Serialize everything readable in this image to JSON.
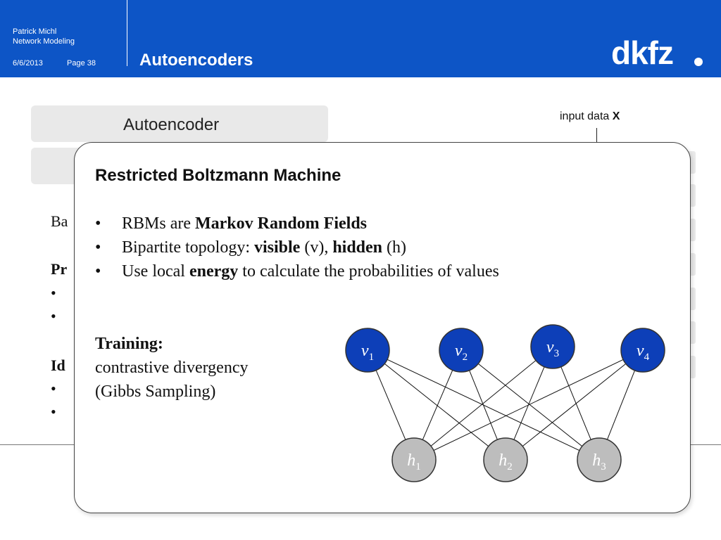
{
  "header": {
    "author": "Patrick Michl",
    "subtitle": "Network Modeling",
    "date": "6/6/2013",
    "page": "Page 38",
    "title": "Autoencoders",
    "logo": "dkfz"
  },
  "background": {
    "tab_label": "Autoencoder",
    "input_label": "input data ",
    "input_symbol": "X",
    "fragments": {
      "ba": "Ba",
      "pr": "Pr",
      "id": "Id",
      "bullet": "•"
    }
  },
  "popup": {
    "title": "Restricted Boltzmann Machine",
    "bullet_char": "•",
    "bullets": [
      {
        "pre": "RBMs are ",
        "bold": "Markov Random Fields",
        "mid": "",
        "bold2": "",
        "post": ""
      },
      {
        "pre": "Bipartite topology: ",
        "bold": "visible",
        "mid": " (v), ",
        "bold2": "hidden",
        "post": " (h)"
      },
      {
        "pre": "Use local ",
        "bold": "energy",
        "mid": " to calculate the probabilities of values",
        "bold2": "",
        "post": ""
      }
    ],
    "training": {
      "title": "Training:",
      "line1": "contrastive divergency",
      "line2": "(Gibbs Sampling)"
    }
  },
  "network": {
    "visible_symbol": "v",
    "hidden_symbol": "h",
    "visible_nodes": [
      "1",
      "2",
      "3",
      "4"
    ],
    "hidden_nodes": [
      "1",
      "2",
      "3"
    ],
    "visible_color": "#0d3fb8",
    "hidden_color": "#bdbdbd"
  }
}
